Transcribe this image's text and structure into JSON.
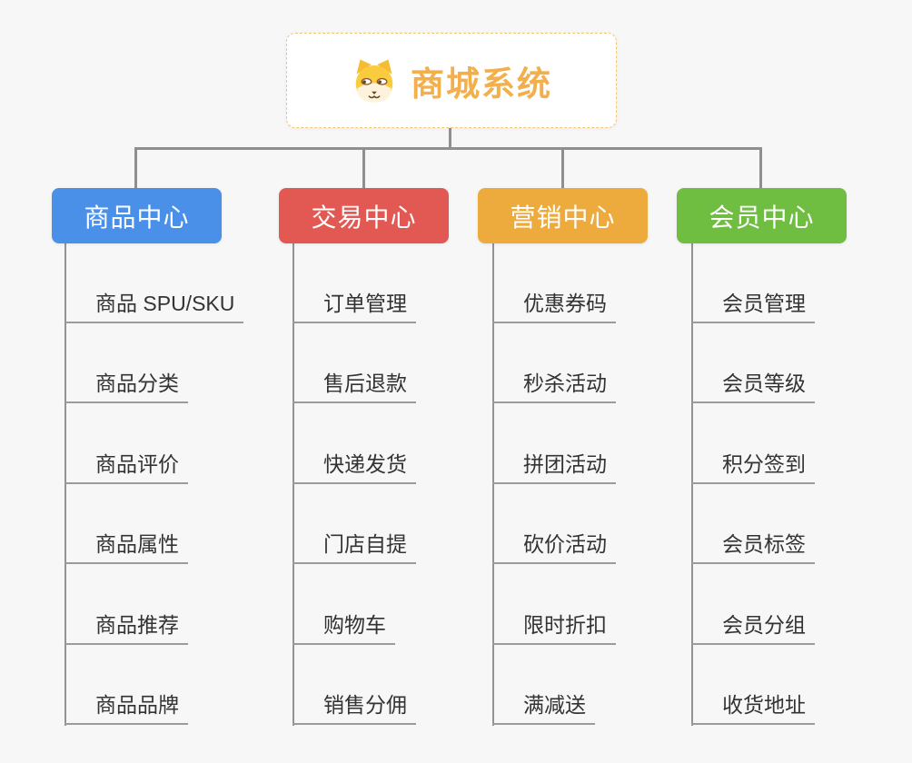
{
  "canvas": {
    "background": "#f7f7f7",
    "connector_color": "#8f8f8f",
    "underline_color": "#9b9b9b"
  },
  "root": {
    "label": "商城系统",
    "icon": "dog-face-icon",
    "text_color": "#f2af4b",
    "border_color": "#f3c472"
  },
  "branches": [
    {
      "label": "商品中心",
      "color": "#4b90e8",
      "children": [
        "商品 SPU/SKU",
        "商品分类",
        "商品评价",
        "商品属性",
        "商品推荐",
        "商品品牌"
      ]
    },
    {
      "label": "交易中心",
      "color": "#e25852",
      "children": [
        "订单管理",
        "售后退款",
        "快递发货",
        "门店自提",
        "购物车",
        "销售分佣"
      ]
    },
    {
      "label": "营销中心",
      "color": "#edab3e",
      "children": [
        "优惠券码",
        "秒杀活动",
        "拼团活动",
        "砍价活动",
        "限时折扣",
        "满减送"
      ]
    },
    {
      "label": "会员中心",
      "color": "#6fbe42",
      "children": [
        "会员管理",
        "会员等级",
        "积分签到",
        "会员标签",
        "会员分组",
        "收货地址"
      ]
    }
  ]
}
